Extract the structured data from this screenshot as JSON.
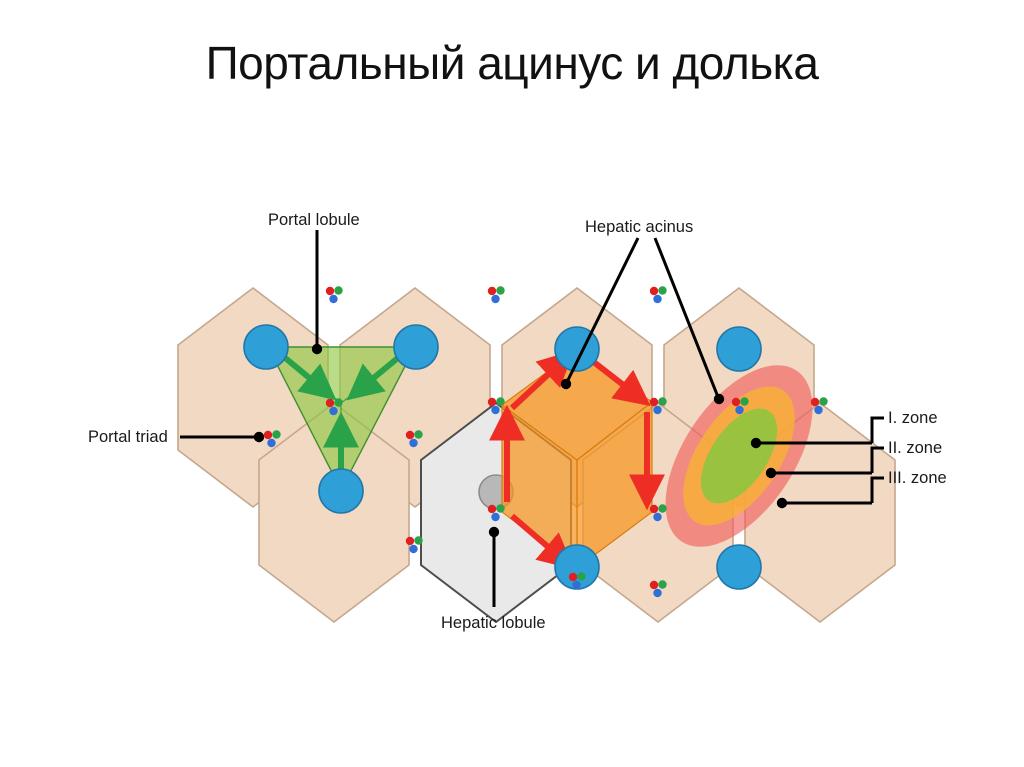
{
  "slide": {
    "title": "Портальный ацинус и долька",
    "background_color": "#ffffff"
  },
  "figure": {
    "callouts": {
      "portal_lobule": "Portal lobule",
      "hepatic_acinus": "Hepatic acinus",
      "portal_triad": "Portal triad",
      "hepatic_lobule": "Hepatic lobule",
      "zone_1": "I. zone",
      "zone_2": "II. zone",
      "zone_3": "III. zone"
    },
    "colors": {
      "hexagon_fill": "#f2d9c3",
      "hexagon_stroke": "#c4a78e",
      "lobule_fill": "#e9e9e9",
      "lobule_stroke": "#4d4d4d",
      "central_vein": "#2f9fd8",
      "central_vein_stroke": "#2277a8",
      "portal_lobule_fill": "#8cc63f",
      "portal_lobule_arrow": "#2aa24a",
      "acinus_fill": "#f7941e",
      "acinus_arrow": "#ee2e24",
      "zone_1_color": "#8cc63f",
      "zone_2_color": "#f9b233",
      "zone_3_color": "#f05a5a",
      "triad_artery": "#e02020",
      "triad_duct": "#2aa24a",
      "triad_vein": "#2f6fd8",
      "leader_line": "#000000",
      "text": "#1a1a1a"
    },
    "legend_items": [
      {
        "name": "zone-1",
        "label": "I. zone",
        "color": "#8cc63f"
      },
      {
        "name": "zone-2",
        "label": "II. zone",
        "color": "#f9b233"
      },
      {
        "name": "zone-3",
        "label": "III. zone",
        "color": "#f05a5a"
      }
    ],
    "structures": [
      {
        "name": "hepatic-lobule",
        "shape": "hexagon",
        "label": "Hepatic lobule",
        "marker": "central vein"
      },
      {
        "name": "portal-lobule",
        "shape": "triangle",
        "label": "Portal lobule",
        "vertices": "three central veins",
        "center": "portal triad"
      },
      {
        "name": "hepatic-acinus",
        "shape": "rhombus",
        "label": "Hepatic acinus",
        "axis": "two portal triads",
        "poles": "two central veins"
      },
      {
        "name": "portal-triad",
        "shape": "three-dot-cluster",
        "label": "Portal triad",
        "components": [
          "hepatic artery",
          "bile duct",
          "portal vein"
        ]
      }
    ]
  }
}
